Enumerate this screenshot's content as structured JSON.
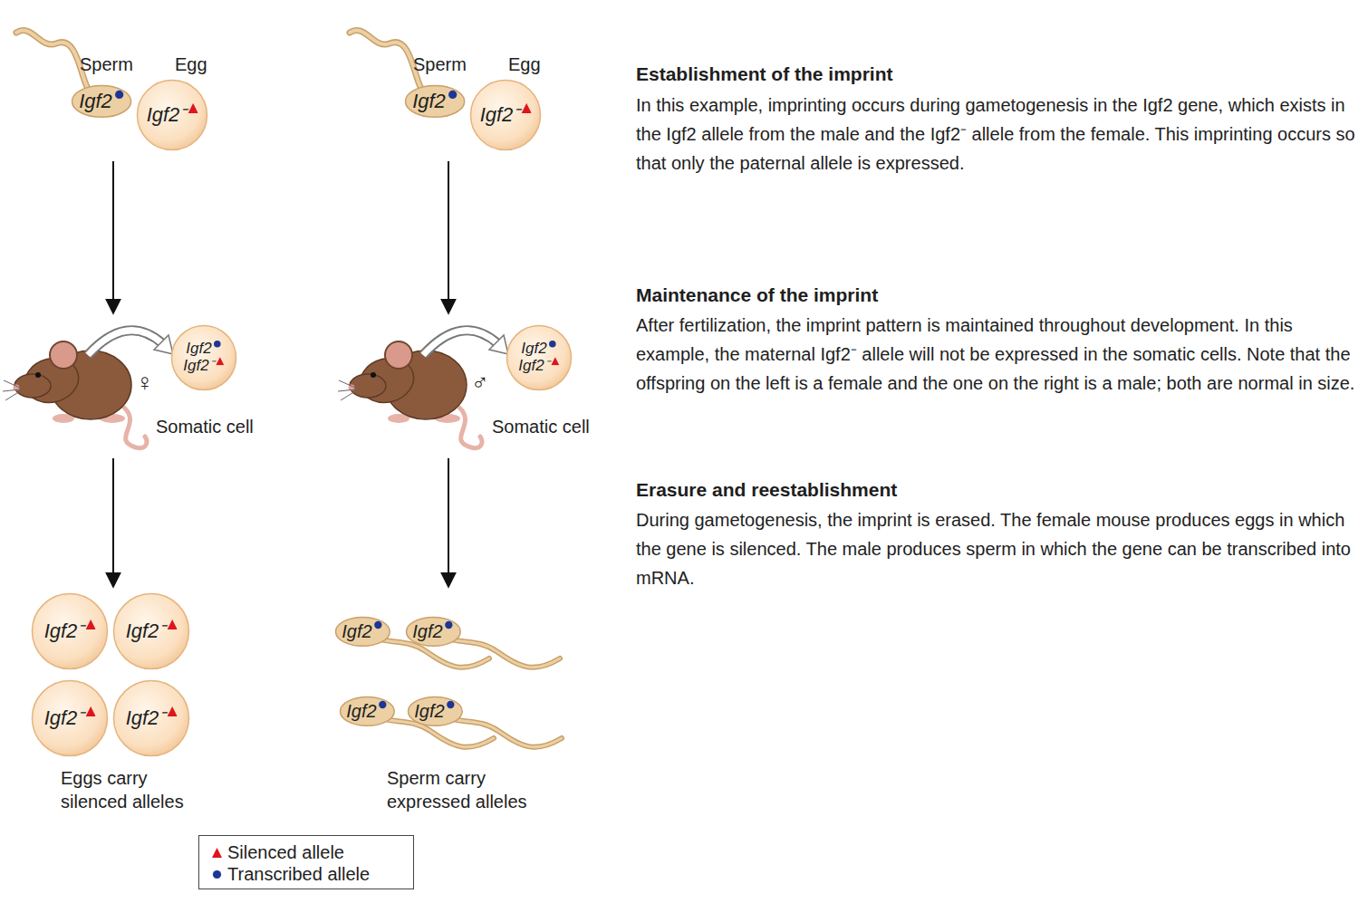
{
  "diagram": {
    "nodes": [
      {
        "text": [
          "Igf2"
        ]
      },
      {
        "text": [
          "Igf2⁻"
        ]
      },
      {
        "text": [
          "Igf2"
        ]
      },
      {
        "text": [
          "Igf2⁻"
        ]
      },
      {
        "text": [
          "Igf2",
          "Igf2⁻"
        ]
      },
      {
        "text": [
          "Igf2",
          "Igf2⁻"
        ]
      },
      {
        "text": [
          "Igf2⁻"
        ]
      },
      {
        "text": [
          "Igf2⁻"
        ]
      },
      {
        "text": [
          "Igf2⁻"
        ]
      },
      {
        "text": [
          "Igf2⁻"
        ]
      },
      {
        "text": [
          "Igf2"
        ]
      },
      {
        "text": [
          "Igf2"
        ]
      },
      {
        "text": [
          "Igf2"
        ]
      },
      {
        "text": [
          "Igf2"
        ]
      }
    ],
    "labels": [
      "Sperm",
      "Egg",
      "Sperm",
      "Egg",
      "Establishment of the imprint",
      "In this example, imprinting occurs during gametogenesis in the Igf2 gene, which exists in the Igf2 allele from the male and the Igf2⁻ allele from the female. This imprinting occurs so that only the paternal allele is expressed.",
      "♀",
      "Somatic cell",
      "♂",
      "Somatic cell",
      "Maintenance of the imprint",
      "After fertilization, the imprint pattern is maintained throughout development. In this example, the maternal Igf2⁻ allele will not be expressed in the somatic cells. Note that the offspring on the left is a female and the one on the right is a male; both are normal in size.",
      "Erasure and reestablishment",
      "During gametogenesis, the imprint is erased. The female mouse produces eggs in which the gene is silenced. The male produces sperm in which the gene can be transcribed into mRNA.",
      "Eggs carry silenced alleles",
      "Sperm carry expressed alleles"
    ],
    "legend": [
      {
        "text": "Silenced allele"
      },
      {
        "text": "Transcribed allele"
      }
    ]
  }
}
